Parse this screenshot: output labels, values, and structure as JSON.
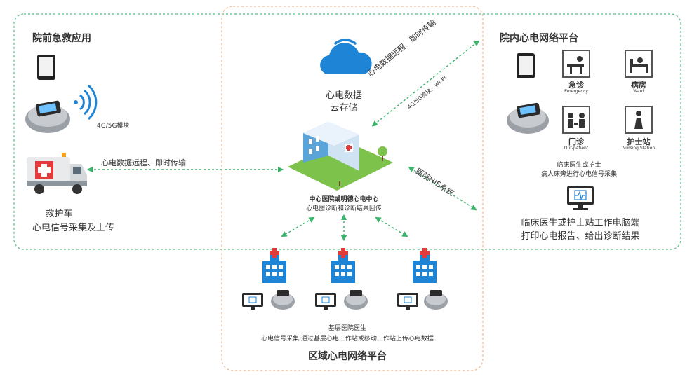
{
  "panels": {
    "prehospital_title": "院前急救应用",
    "inhospital_title": "院内心电网络平台",
    "regional_title": "区域心电网络平台"
  },
  "left": {
    "module_label": "4G/5G模块",
    "link_label": "心电数据远程、即时传输",
    "ambulance_line1": "救护车",
    "ambulance_line2": "心电信号采集及上传"
  },
  "center": {
    "cloud_line1": "心电数据",
    "cloud_line2": "云存储",
    "hospital_line1": "中心医院或明德心电中心",
    "hospital_line2": "心电图诊断和诊断结果回传"
  },
  "links": {
    "to_right_line1": "心电数据远程、即时传输",
    "to_right_line2": "4G/5G模块、WI-FI",
    "his": "医院HIS系统"
  },
  "right": {
    "emergency_cn": "急诊",
    "emergency_en": "Emergency",
    "ward_cn": "病房",
    "ward_en": "Ward",
    "outpatient_cn": "门诊",
    "outpatient_en": "Out-patient",
    "nursing_cn": "护士站",
    "nursing_en": "Nursing Station",
    "bedside_line1": "临床医生或护士",
    "bedside_line2": "病人床旁进行心电信号采集",
    "workstation_line1": "临床医生或护士站工作电脑端",
    "workstation_line2": "打印心电报告、给出诊断结果"
  },
  "bottom": {
    "line1": "基层医院医生",
    "line2": "心电信号采集,通过基层心电工作站或移动工作站上传心电数据"
  },
  "colors": {
    "green_dashed": "#5bbf86",
    "orange_dashed": "#f0b48a",
    "arrow_green": "#3ab26a",
    "blue": "#1e84d6",
    "red_cross": "#e23b3b"
  }
}
